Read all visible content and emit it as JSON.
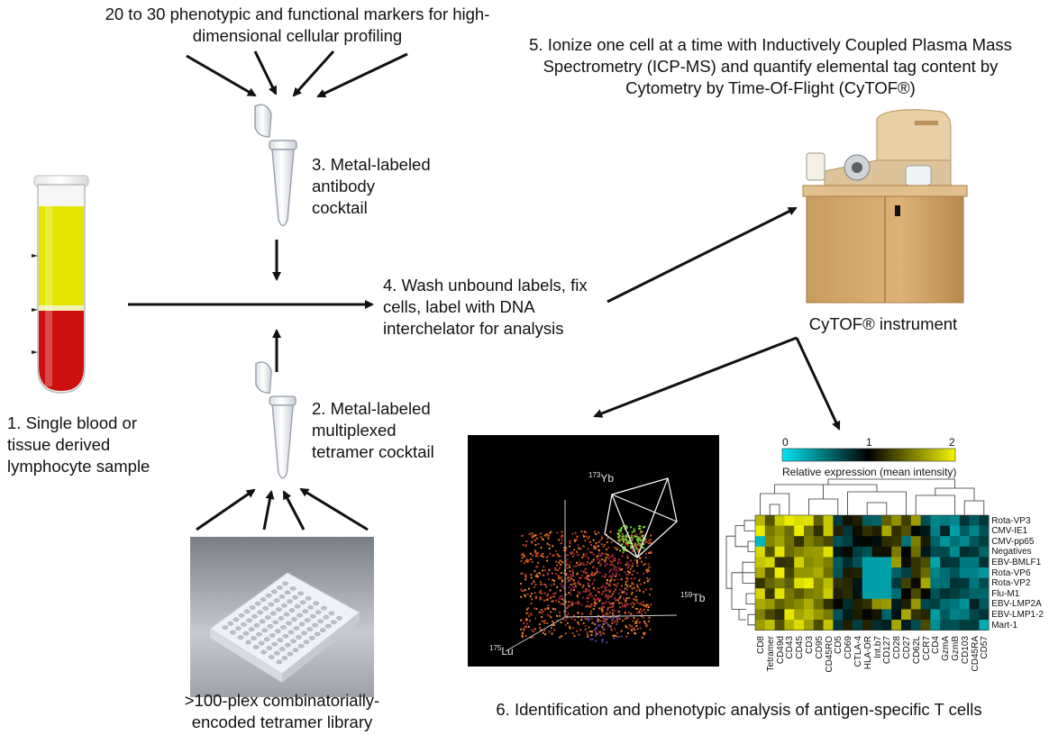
{
  "steps": {
    "markers_line1": "20 to 30 phenotypic and functional markers for high-",
    "markers_line2": "dimensional cellular profiling",
    "step1_line1": "1. Single blood or",
    "step1_line2": "tissue derived",
    "step1_line3": "lymphocyte sample",
    "step2_line1": "2. Metal-labeled",
    "step2_line2": "multiplexed",
    "step2_line3": "tetramer cocktail",
    "step3_line1": "3. Metal-labeled",
    "step3_line2": "antibody",
    "step3_line3": "cocktail",
    "step4_line1": "4. Wash unbound labels, fix",
    "step4_line2": "cells, label with DNA",
    "step4_line3": "interchelator for analysis",
    "step5_line1": "5. Ionize one cell at a time with Inductively Coupled Plasma Mass",
    "step5_line2": "Spectrometry (ICP-MS) and quantify elemental tag content by",
    "step5_line3": "Cytometry by Time-Of-Flight (CyTOF®)",
    "instrument_label": "CyTOF® instrument",
    "library_line1": ">100-plex combinatorially-",
    "library_line2": "encoded tetramer library",
    "step6": "6. Identification and phenotypic analysis of antigen-specific T cells"
  },
  "scatter3d": {
    "axis_y": "Yb",
    "axis_y_mass": "173",
    "axis_x": "Tb",
    "axis_x_mass": "159",
    "axis_z": "Lu",
    "axis_z_mass": "175"
  },
  "heatmap": {
    "legend_title": "Relative expression (mean intensity)",
    "legend_ticks": [
      "0",
      "1",
      "2"
    ],
    "colors": {
      "low": "#00e5f0",
      "mid": "#000000",
      "high": "#f5f500"
    },
    "rows": [
      "Rota-VP3",
      "CMV-IE1",
      "CMV-pp65",
      "Negatives",
      "EBV-BMLF1",
      "Rota-VP6",
      "Rota-VP2",
      "Flu-M1",
      "EBV-LMP2A",
      "EBV-LMP1-2",
      "Mart-1"
    ],
    "columns": [
      "CD8",
      "Tetramer",
      "CD49d",
      "CD43",
      "CD45",
      "CD3",
      "CD95",
      "CD45RO",
      "CD5",
      "CD69",
      "CTLA-4",
      "HLA-DR",
      "Int.b7",
      "CD127",
      "CD28",
      "CD27",
      "CD62L",
      "CCR7",
      "CD4",
      "GzmA",
      "GzmB",
      "CD103",
      "CD45RA",
      "CD57"
    ]
  }
}
